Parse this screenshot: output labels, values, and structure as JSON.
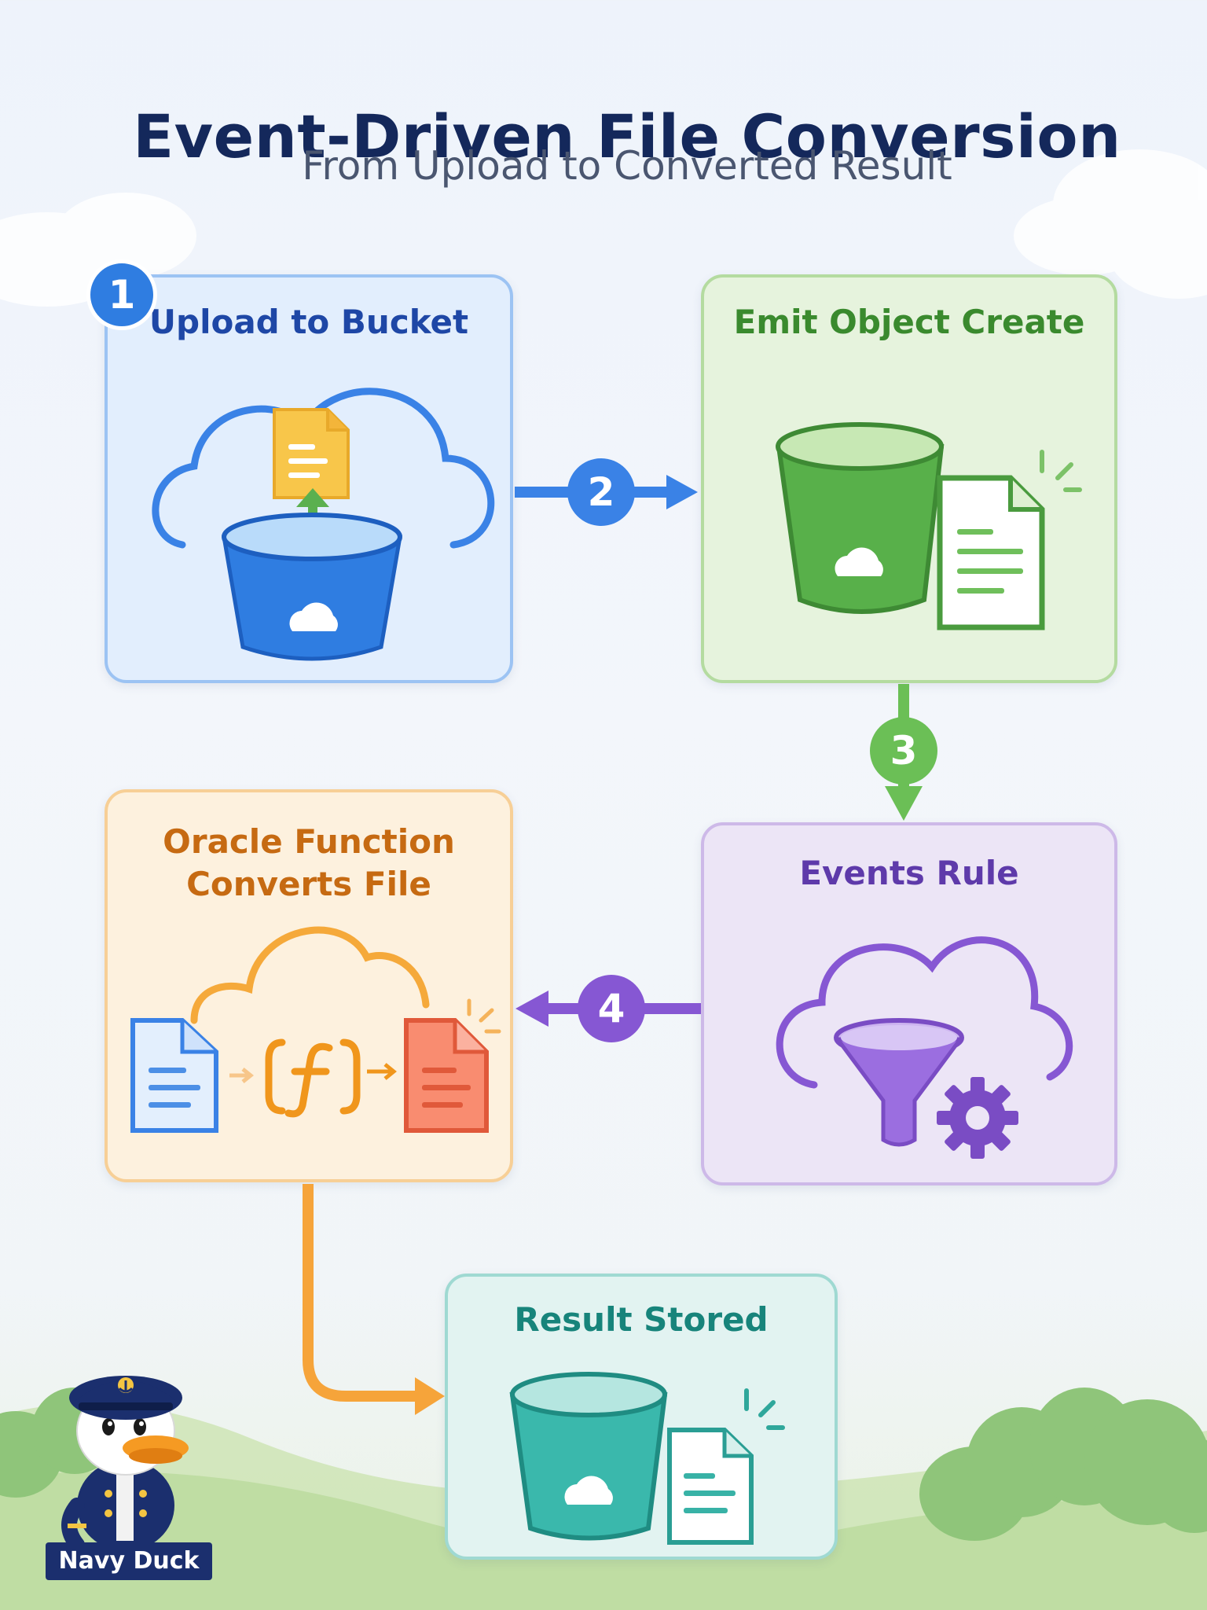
{
  "title": "Event-Driven File Conversion",
  "subtitle": "From Upload to Converted Result",
  "steps": [
    {
      "number": "1",
      "label": "Upload to Bucket",
      "color": "#2f7de1"
    },
    {
      "number": "2",
      "label": "Emit Object Create",
      "color": "#4ea24a"
    },
    {
      "number": "3",
      "label": "Events Rule",
      "color": "#7a4cc4"
    },
    {
      "number": "4",
      "label_line1": "Oracle Function",
      "label_line2": "Converts File",
      "color": "#d2761a"
    },
    {
      "label": "Result Stored",
      "color": "#1f9e93"
    }
  ],
  "connectors": {
    "c2": {
      "number": "2",
      "color": "#3a82e6"
    },
    "c3": {
      "number": "3",
      "color": "#6bbf56"
    },
    "c4": {
      "number": "4",
      "color": "#8657d3"
    },
    "c5": {
      "color": "#f6a43a"
    }
  },
  "mascot": {
    "label": "Navy Duck"
  }
}
